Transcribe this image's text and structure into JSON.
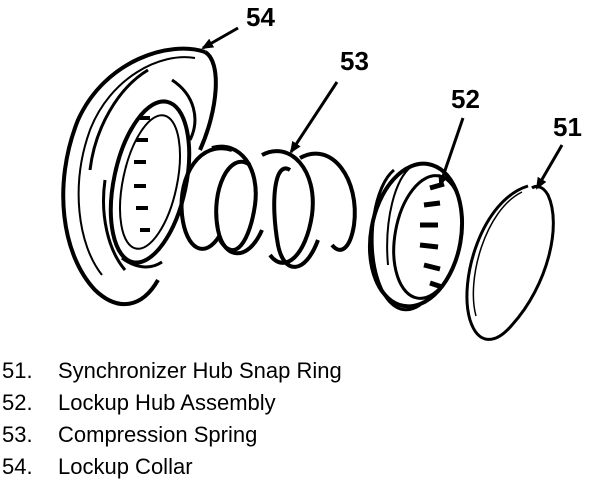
{
  "callouts": {
    "c54": "54",
    "c53": "53",
    "c52": "52",
    "c51": "51"
  },
  "legend": [
    {
      "num": "51.",
      "label": "Synchronizer Hub Snap Ring"
    },
    {
      "num": "52.",
      "label": "Lockup Hub Assembly"
    },
    {
      "num": "53.",
      "label": "Compression Spring"
    },
    {
      "num": "54.",
      "label": "Lockup Collar"
    }
  ]
}
